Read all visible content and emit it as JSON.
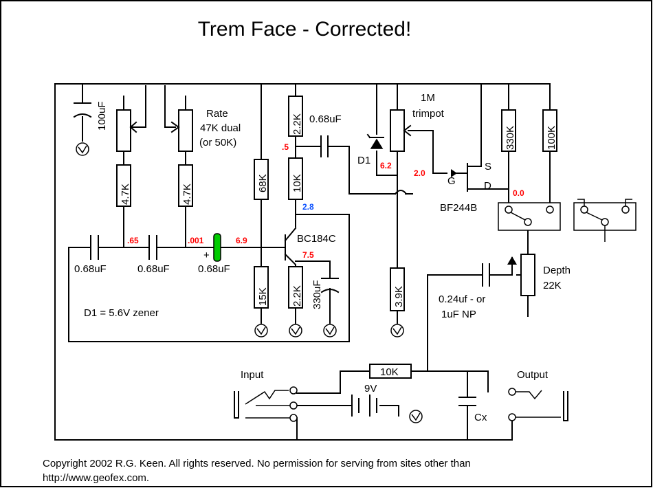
{
  "title": "Trem Face - Corrected!",
  "labels": {
    "rate": "Rate",
    "rate_value": "47K dual",
    "rate_alt": "(or 50K)",
    "trimpot_value": "1M",
    "trimpot": "trimpot",
    "cap_068_top": "0.68uF",
    "cap_068_a": "0.68uF",
    "cap_068_b": "0.68uF",
    "cap_068_c": "0.68uF",
    "cap_100u": "100uF",
    "cap_330u": "330uF",
    "r_47k_a": "4.7K",
    "r_47k_b": "4.7K",
    "r_68k": "68K",
    "r_22k_top": "2.2K",
    "r_10k_coll": "10K",
    "r_15k": "15K",
    "r_22k_emit": "2.2K",
    "r_39k": "3.9K",
    "r_330k": "330K",
    "r_100k": "100K",
    "r_10k_out": "10K",
    "d1": "D1",
    "d1_note": "D1 = 5.6V zener",
    "transistor": "BC184C",
    "jfet": "BF244B",
    "jfet_s": "S",
    "jfet_g": "G",
    "jfet_d": "D",
    "depth": "Depth",
    "depth_value": "22K",
    "depth_cap": "0.24uf - or",
    "depth_cap_alt": "1uF NP",
    "input": "Input",
    "output": "Output",
    "battery": "9V",
    "cx": "Cx",
    "plus": "+"
  },
  "voltages": {
    "v_065": ".65",
    "v_0001": ".001",
    "v_69": "6.9",
    "v_05": ".5",
    "v_62": "6.2",
    "v_20": "2.0",
    "v_00": "0.0",
    "v_28": "2.8",
    "v_75": "7.5"
  },
  "footer": {
    "line1": "Copyright 2002 R.G. Keen. All rights reserved. No permission for serving from sites other than",
    "line2": "http://www.geofex.com."
  },
  "colors": {
    "voltage": "#ff0000",
    "emitter_voltage_blue": "#0a50ff",
    "electrolytic": "#00cc00"
  }
}
